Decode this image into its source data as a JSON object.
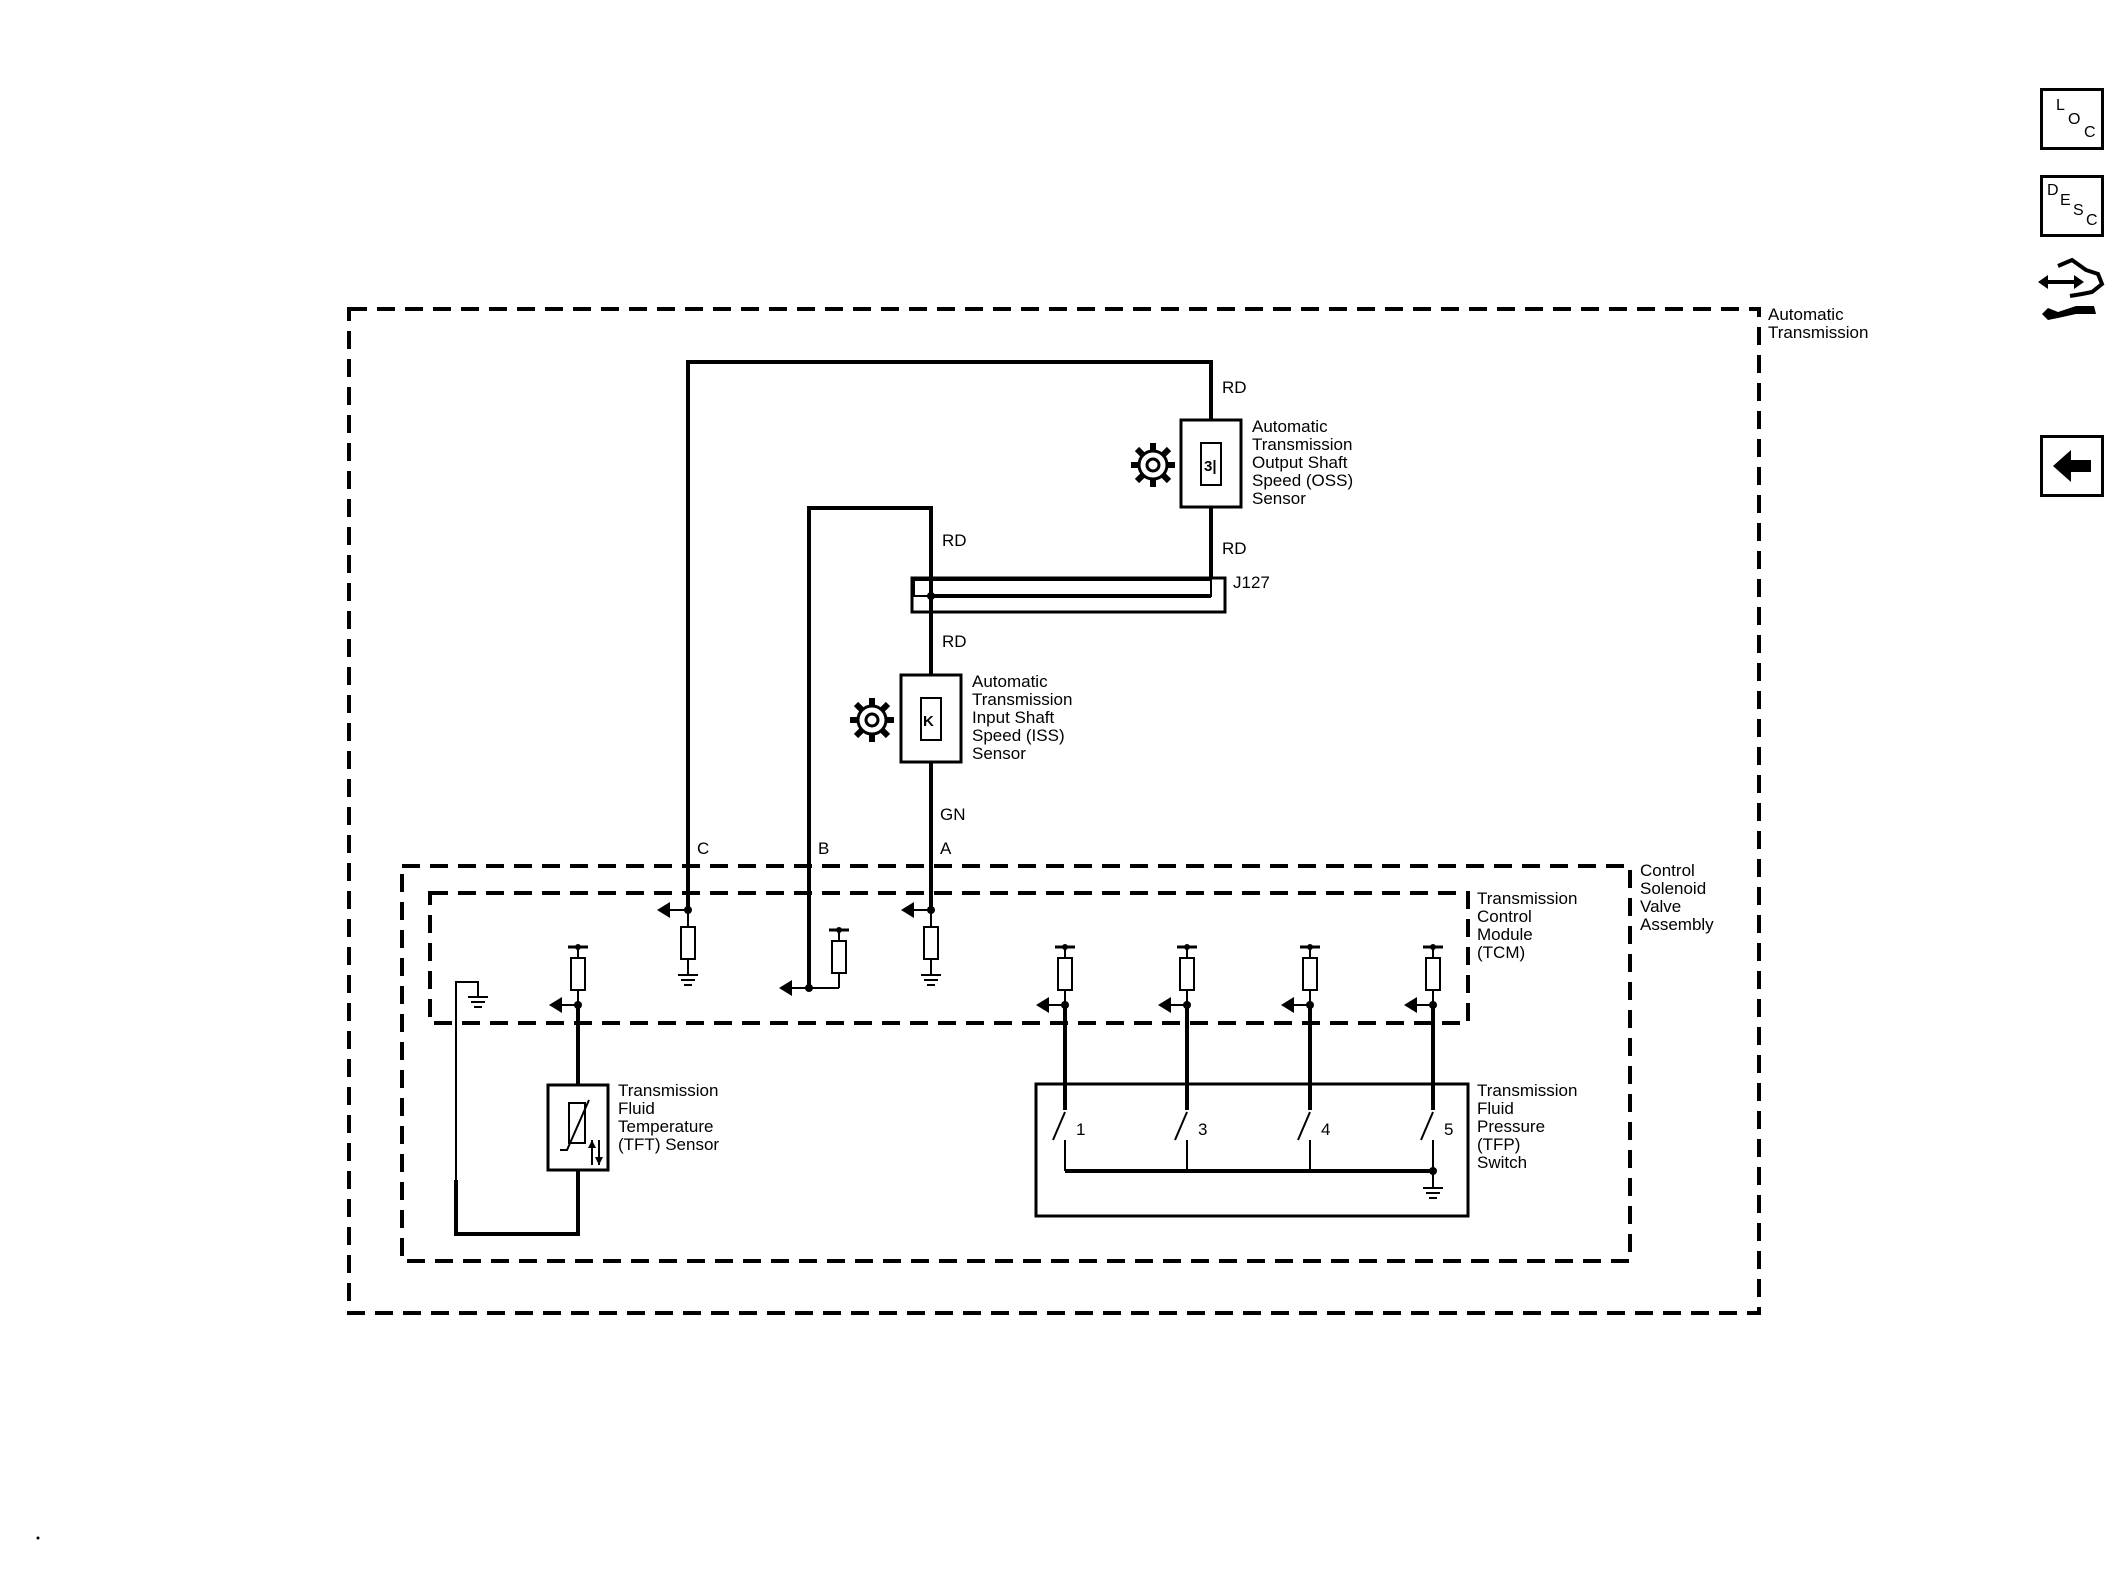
{
  "toolbar": {
    "loc_button": {
      "l1": "L",
      "l2": "O",
      "l3": "C"
    },
    "desc_button": {
      "l1": "D",
      "l2": "E",
      "l3": "S",
      "l4": "C"
    },
    "connector_icon": "connector-hand-wrench-icon",
    "back_icon": "arrow-left-icon"
  },
  "diagram": {
    "automatic_transmission": {
      "line1": "Automatic",
      "line2": "Transmission"
    },
    "oss_sensor": {
      "line1": "Automatic",
      "line2": "Transmission",
      "line3": "Output Shaft",
      "line4": "Speed (OSS)",
      "line5": "Sensor"
    },
    "iss_sensor": {
      "line1": "Automatic",
      "line2": "Transmission",
      "line3": "Input Shaft",
      "line4": "Speed (ISS)",
      "line5": "Sensor"
    },
    "control_solenoid": {
      "line1": "Control",
      "line2": "Solenoid",
      "line3": "Valve",
      "line4": "Assembly"
    },
    "tcm": {
      "line1": "Transmission",
      "line2": "Control",
      "line3": "Module",
      "line4": "(TCM)"
    },
    "tft_sensor": {
      "line1": "Transmission",
      "line2": "Fluid",
      "line3": "Temperature",
      "line4": "(TFT) Sensor"
    },
    "tfp_switch": {
      "line1": "Transmission",
      "line2": "Fluid",
      "line3": "Pressure",
      "line4": "(TFP)",
      "line5": "Switch"
    },
    "splice": "J127",
    "wire_colors": {
      "rd_top": "RD",
      "rd_oss_bottom": "RD",
      "rd_left": "RD",
      "rd_iss_top": "RD",
      "gn": "GN"
    },
    "pins": {
      "c": "C",
      "b": "B",
      "a": "A"
    },
    "switch_numbers": [
      "1",
      "3",
      "4",
      "5"
    ]
  }
}
